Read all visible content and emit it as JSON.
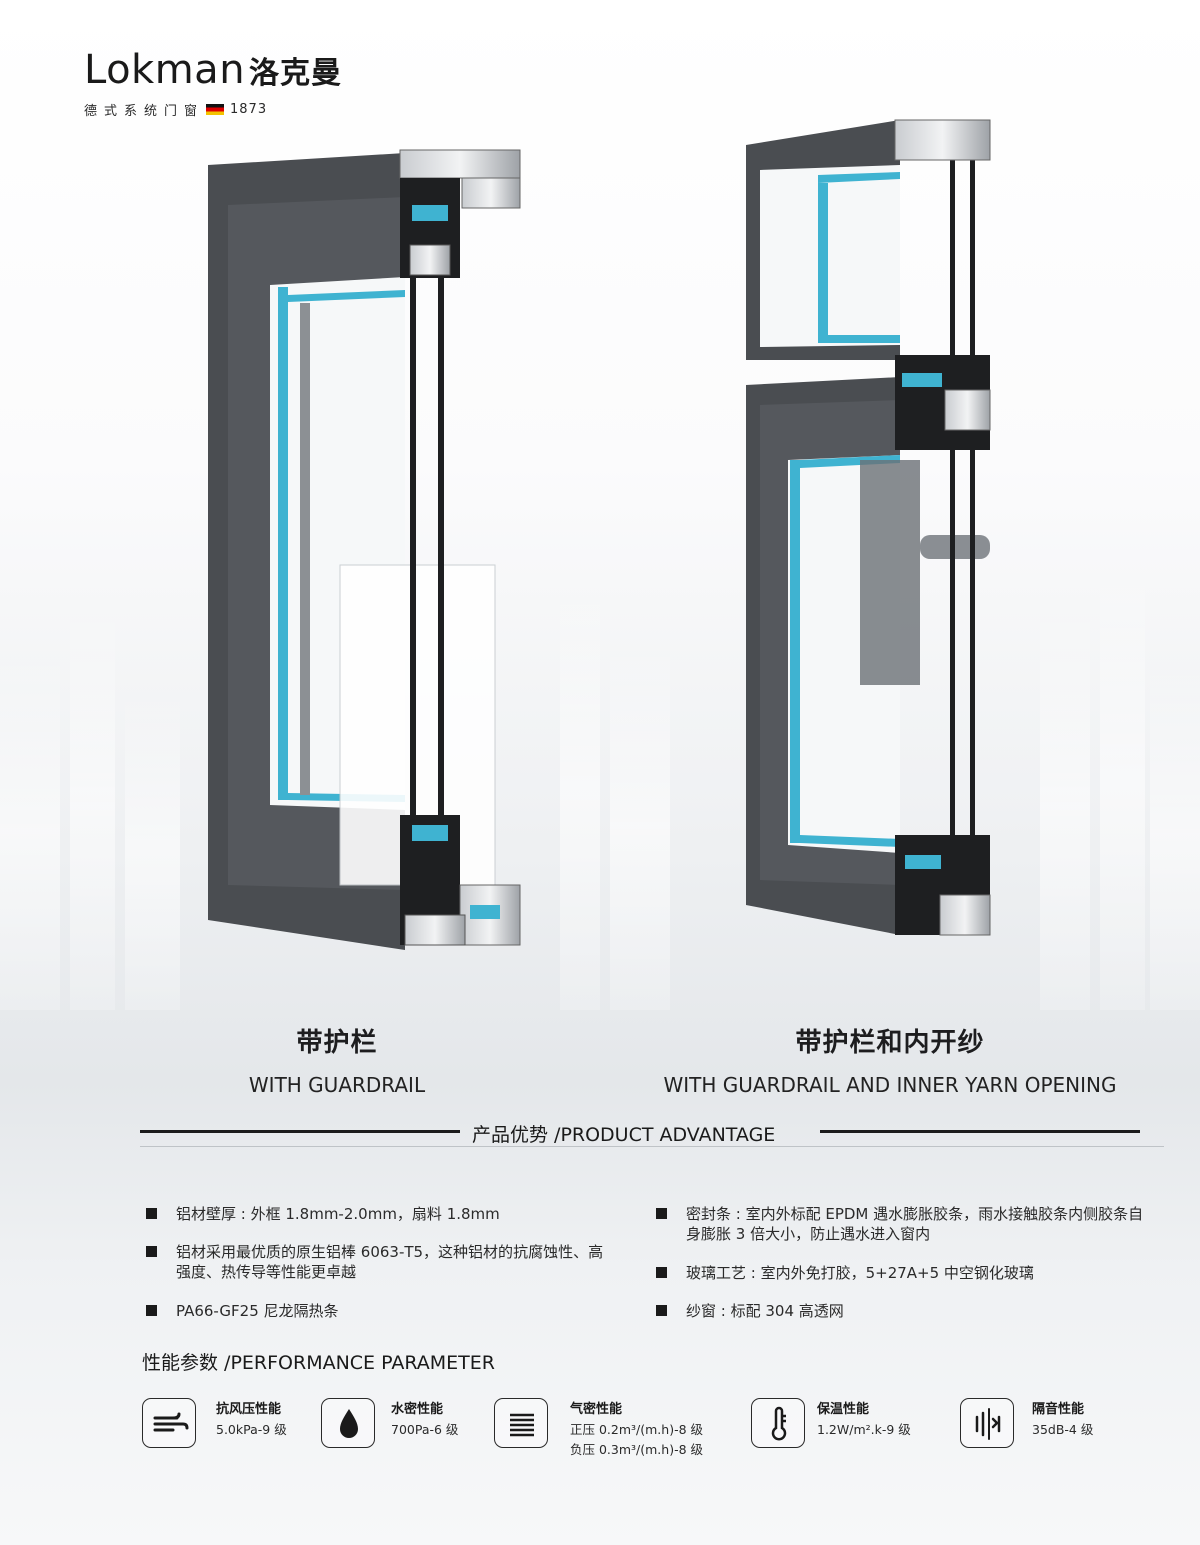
{
  "brand": {
    "name": "Lokman",
    "name_cn": "洛克曼",
    "tagline": "德式系统门窗",
    "year": "1873"
  },
  "products": [
    {
      "title_cn": "带护栏",
      "title_en": "WITH GUARDRAIL"
    },
    {
      "title_cn": "带护栏和内开纱",
      "title_en": "WITH GUARDRAIL AND INNER YARN OPENING"
    }
  ],
  "advantage": {
    "title": "产品优势 /PRODUCT ADVANTAGE",
    "left": [
      "铝材壁厚 : 外框 1.8mm-2.0mm，扇料 1.8mm",
      "铝材采用最优质的原生铝棒 6063-T5，这种铝材的抗腐蚀性、高强度、热传导等性能更卓越",
      "PA66-GF25 尼龙隔热条"
    ],
    "right": [
      "密封条 : 室内外标配 EPDM 遇水膨胀胶条，雨水接触胶条内侧胶条自身膨胀 3 倍大小，防止遇水进入窗内",
      "玻璃工艺 : 室内外免打胶，5+27A+5 中空钢化玻璃",
      "纱窗 : 标配 304 高透网"
    ]
  },
  "performance": {
    "title": "性能参数 /PERFORMANCE PARAMETER",
    "items": [
      {
        "icon": "wind-icon",
        "label": "抗风压性能",
        "value": "5.0kPa-9 级"
      },
      {
        "icon": "water-drop-icon",
        "label": "水密性能",
        "value": "700Pa-6 级"
      },
      {
        "icon": "air-tight-icon",
        "label": "气密性能",
        "value": "正压 0.2m³/(m.h)-8 级",
        "value2": "负压 0.3m³/(m.h)-8 级"
      },
      {
        "icon": "thermometer-icon",
        "label": "保温性能",
        "value": "1.2W/m².k-9 级"
      },
      {
        "icon": "sound-insulation-icon",
        "label": "隔音性能",
        "value": "35dB-4 级"
      }
    ]
  },
  "colors": {
    "frame": "#4a4d51",
    "glass_edge": "#3fb3d1",
    "text": "#1a1a1a"
  }
}
